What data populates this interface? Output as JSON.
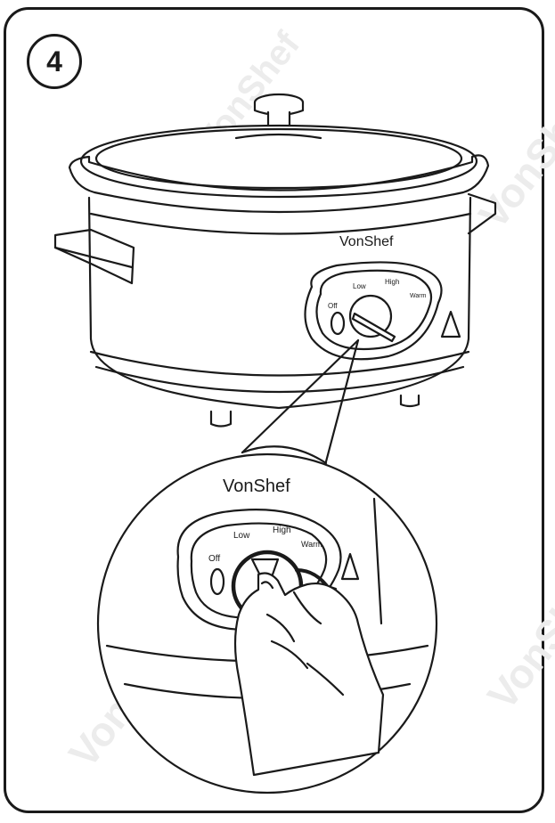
{
  "step": {
    "number": "4"
  },
  "cooker": {
    "brand": "VonShef",
    "dial_labels": {
      "off": "Off",
      "low": "Low",
      "high": "High",
      "warm": "Warm"
    }
  },
  "zoom": {
    "brand": "VonShef",
    "dial_labels": {
      "off": "Off",
      "low": "Low",
      "high": "High",
      "warm": "Warm"
    }
  },
  "watermark": {
    "text": "VonShef"
  },
  "icons": {
    "warning": "warning-triangle-icon",
    "arrow": "rotate-arrow-icon"
  }
}
